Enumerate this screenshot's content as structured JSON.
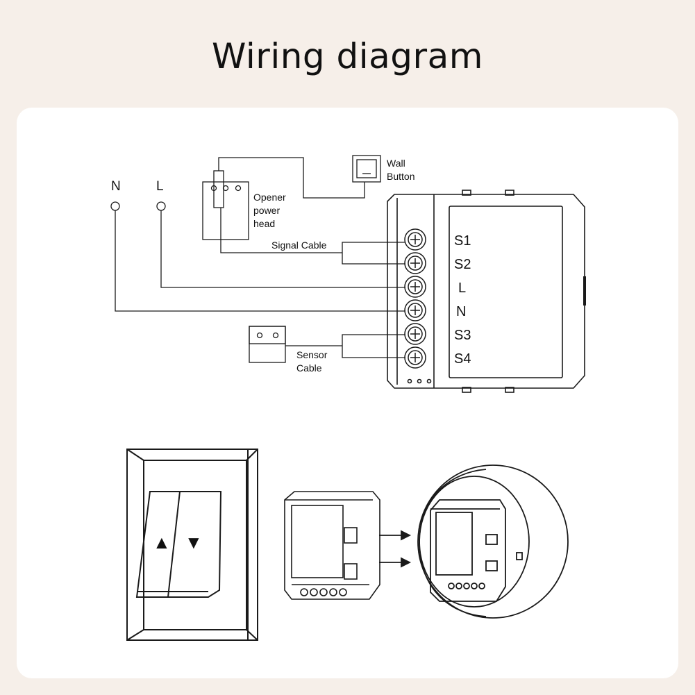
{
  "title": "Wiring diagram",
  "wiring": {
    "supply_n": "N",
    "supply_l": "L",
    "opener_label": [
      "Opener",
      "power",
      "head"
    ],
    "wall_button_label": [
      "Wall",
      "Button"
    ],
    "signal_cable_label": "Signal Cable",
    "sensor_cable_label": [
      "Sensor",
      "Cable"
    ],
    "terminals": [
      "S1",
      "S2",
      "L",
      "N",
      "S3",
      "S4"
    ]
  },
  "switch_arrows": {
    "up": "▲",
    "down": "▼"
  }
}
